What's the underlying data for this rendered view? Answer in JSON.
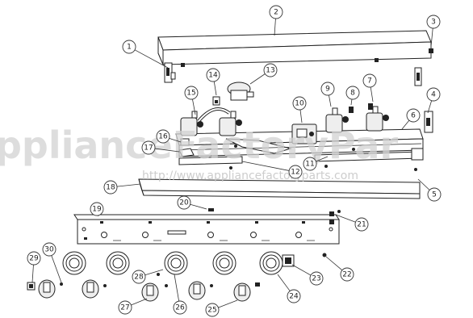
{
  "watermark": {
    "brand": "pplianceFactoryPar",
    "url": "http://www.appliancefactoryparts.com"
  },
  "callouts": [
    {
      "label": "1"
    },
    {
      "label": "2"
    },
    {
      "label": "3"
    },
    {
      "label": "4"
    },
    {
      "label": "5"
    },
    {
      "label": "6"
    },
    {
      "label": "7"
    },
    {
      "label": "8"
    },
    {
      "label": "9"
    },
    {
      "label": "10"
    },
    {
      "label": "11"
    },
    {
      "label": "12"
    },
    {
      "label": "13"
    },
    {
      "label": "14"
    },
    {
      "label": "15"
    },
    {
      "label": "16"
    },
    {
      "label": "17"
    },
    {
      "label": "18"
    },
    {
      "label": "19"
    },
    {
      "label": "20"
    },
    {
      "label": "21"
    },
    {
      "label": "22"
    },
    {
      "label": "23"
    },
    {
      "label": "24"
    },
    {
      "label": "25"
    },
    {
      "label": "26"
    },
    {
      "label": "27"
    },
    {
      "label": "28"
    },
    {
      "label": "29"
    },
    {
      "label": "30"
    }
  ]
}
